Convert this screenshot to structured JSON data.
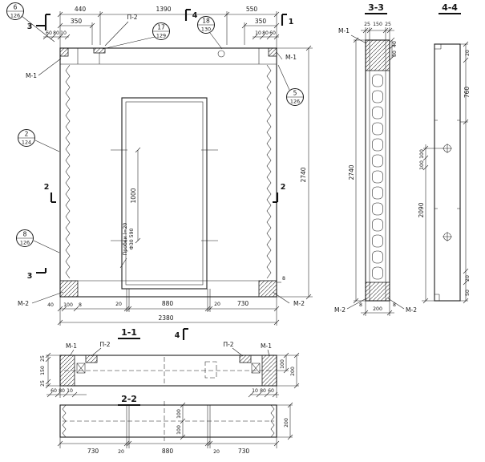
{
  "drawing": {
    "titles": {
      "s33": "3-3",
      "s44": "4-4",
      "s11": "1-1",
      "s22": "2-2"
    },
    "marks": {
      "m1": "М-1",
      "m2": "М-2",
      "p2": "П-2"
    },
    "cuts": {
      "n1": "1",
      "n2": "2",
      "n3": "3",
      "n4": "4"
    },
    "callouts": {
      "c6": {
        "num": "6",
        "sheet": "126"
      },
      "c17": {
        "num": "17",
        "sheet": "129"
      },
      "c18": {
        "num": "18",
        "sheet": "130"
      },
      "c5": {
        "num": "5",
        "sheet": "126"
      },
      "c2": {
        "num": "2",
        "sheet": "124"
      },
      "c8": {
        "num": "8",
        "sheet": "126"
      }
    },
    "note": {
      "line1": "Пробки l=20",
      "line2": "Ф30 590"
    },
    "dims": {
      "d440": "440",
      "d1390": "1390",
      "d550": "550",
      "d350": "350",
      "d60": "60",
      "d80": "80",
      "d10": "10",
      "d2740": "2740",
      "d1000": "1000",
      "d40": "40",
      "d100": "100",
      "d8": "8",
      "d20": "20",
      "d880": "880",
      "d730": "730",
      "d2380": "2380",
      "d25": "25",
      "d150": "150",
      "d200": "200",
      "d760": "760",
      "d2090": "2090",
      "d50": "50"
    }
  }
}
